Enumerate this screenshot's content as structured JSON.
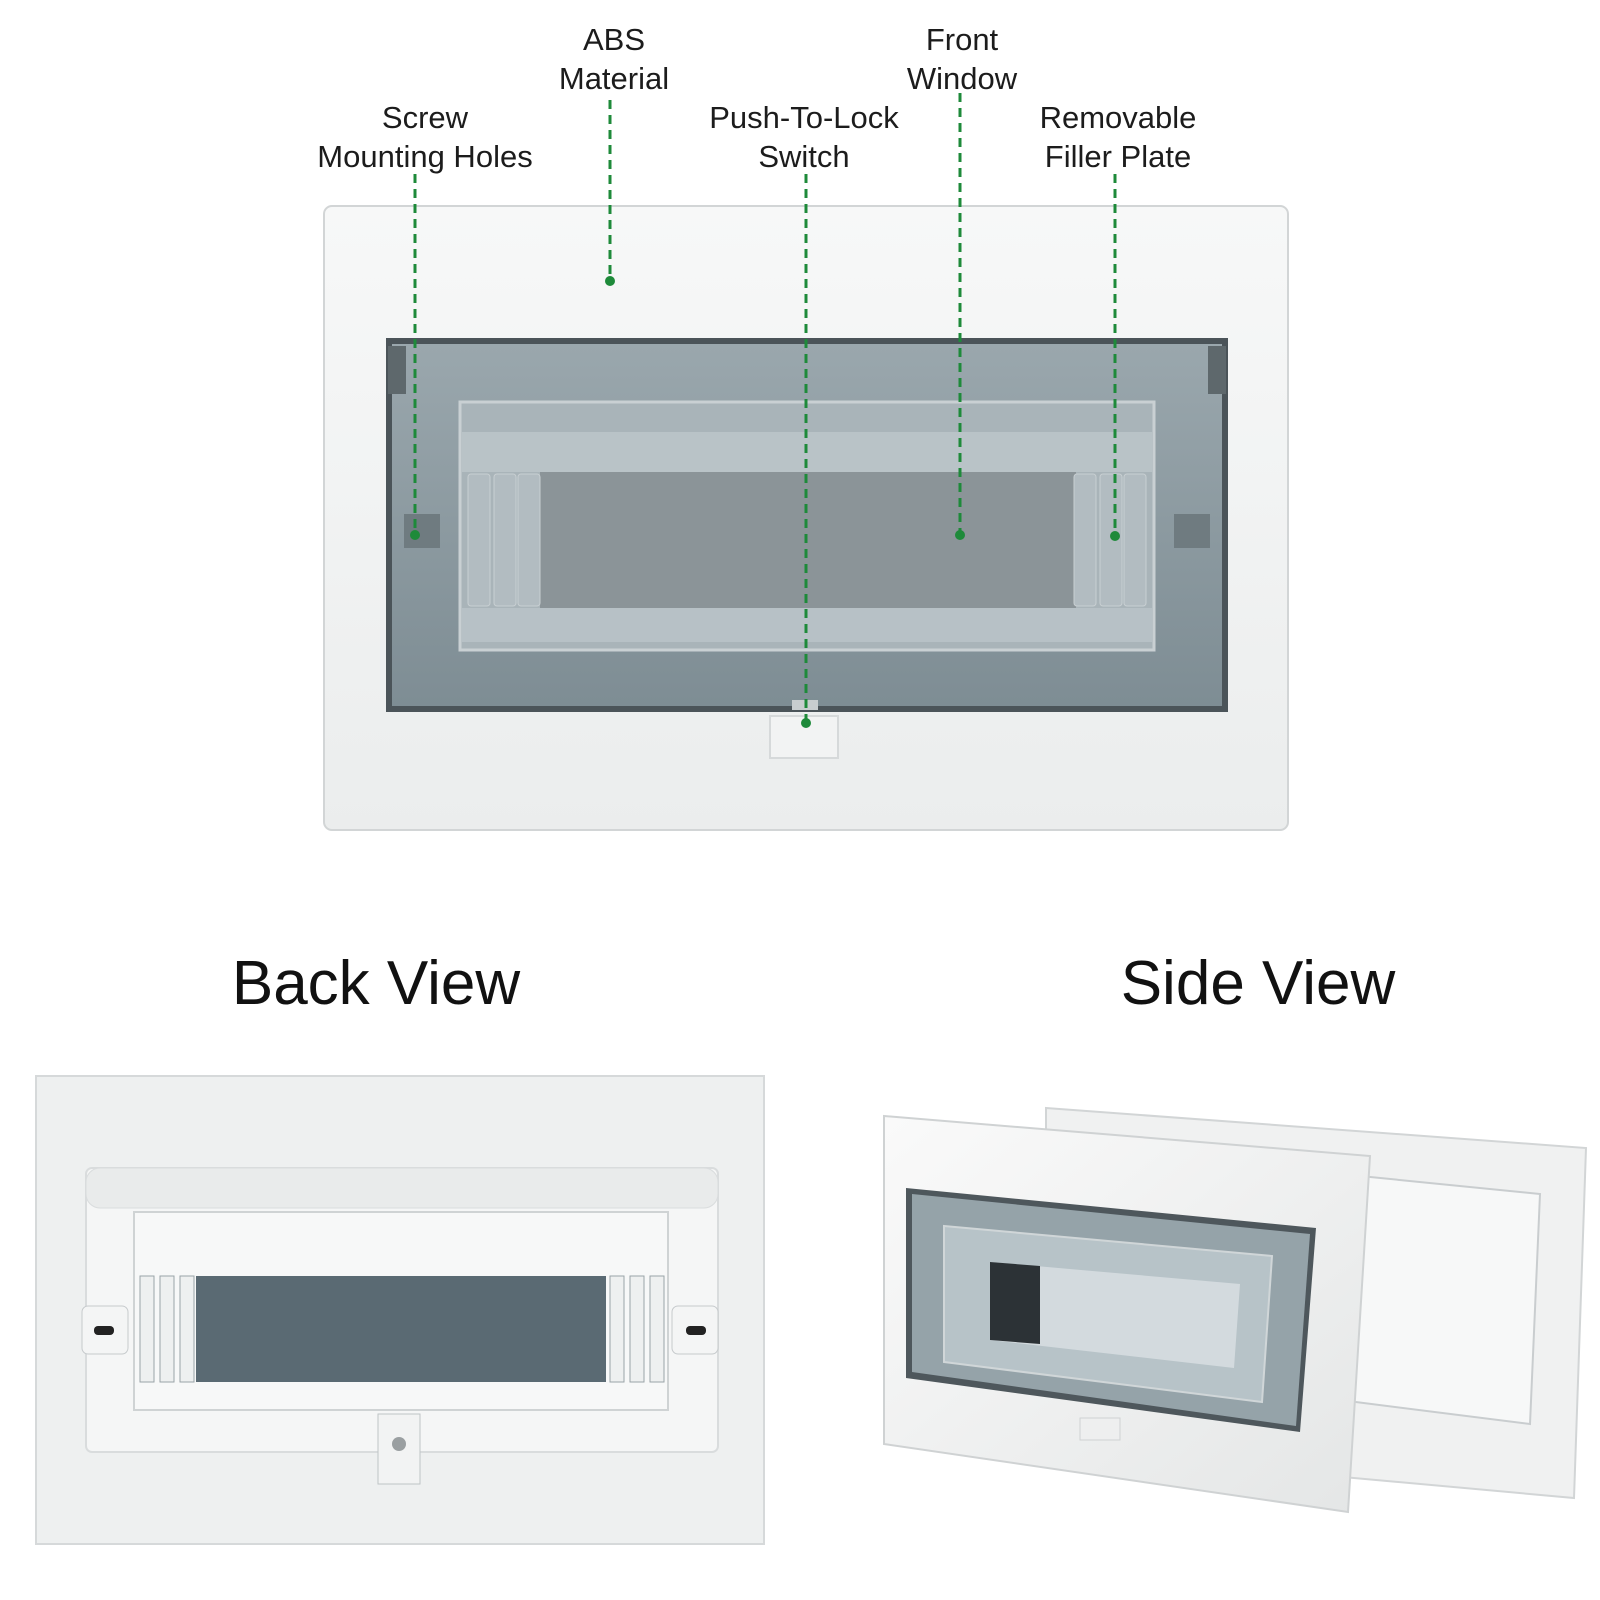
{
  "callouts": [
    {
      "id": "screw",
      "line1": "Screw",
      "line2": "Mounting Holes"
    },
    {
      "id": "abs",
      "line1": "ABS",
      "line2": "Material"
    },
    {
      "id": "lock",
      "line1": "Push-To-Lock",
      "line2": "Switch"
    },
    {
      "id": "window",
      "line1": "Front",
      "line2": "Window"
    },
    {
      "id": "filler",
      "line1": "Removable",
      "line2": "Filler Plate"
    }
  ],
  "views": {
    "back_title": "Back View",
    "side_title": "Side View"
  },
  "colors": {
    "callout_line": "#1e8a3a",
    "panel_white": "#f4f5f5",
    "window_tint": "#7d8c93"
  }
}
